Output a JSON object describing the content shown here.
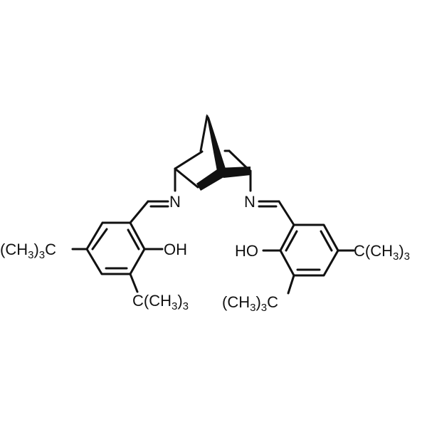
{
  "diagram": {
    "type": "chemical-structure",
    "description": "Bis-salicylaldimine (salen-type) ligand on a norbornane-2,6-diamine backbone",
    "colors": {
      "stroke": "#111111",
      "background": "#ffffff"
    },
    "labels": {
      "n_left": "N",
      "n_right": "N",
      "oh_left": "OH",
      "oh_right": "HO",
      "tbu_left_para": {
        "prefix": "(CH",
        "sub1": "3",
        "mid": ")",
        "sub2": "3",
        "suffix": "C"
      },
      "tbu_left_ortho": {
        "prefix": "C(CH",
        "sub1": "3",
        "mid": ")",
        "sub2": "3"
      },
      "tbu_right_para": {
        "prefix": "C(CH",
        "sub1": "3",
        "mid": ")",
        "sub2": "3"
      },
      "tbu_right_ortho": {
        "prefix": "(CH",
        "sub1": "3",
        "mid": ")",
        "sub2": "3",
        "suffix": "C"
      }
    },
    "substituents": [
      "C(CH3)3",
      "C(CH3)3",
      "C(CH3)3",
      "C(CH3)3",
      "OH",
      "OH",
      "N",
      "N"
    ]
  }
}
